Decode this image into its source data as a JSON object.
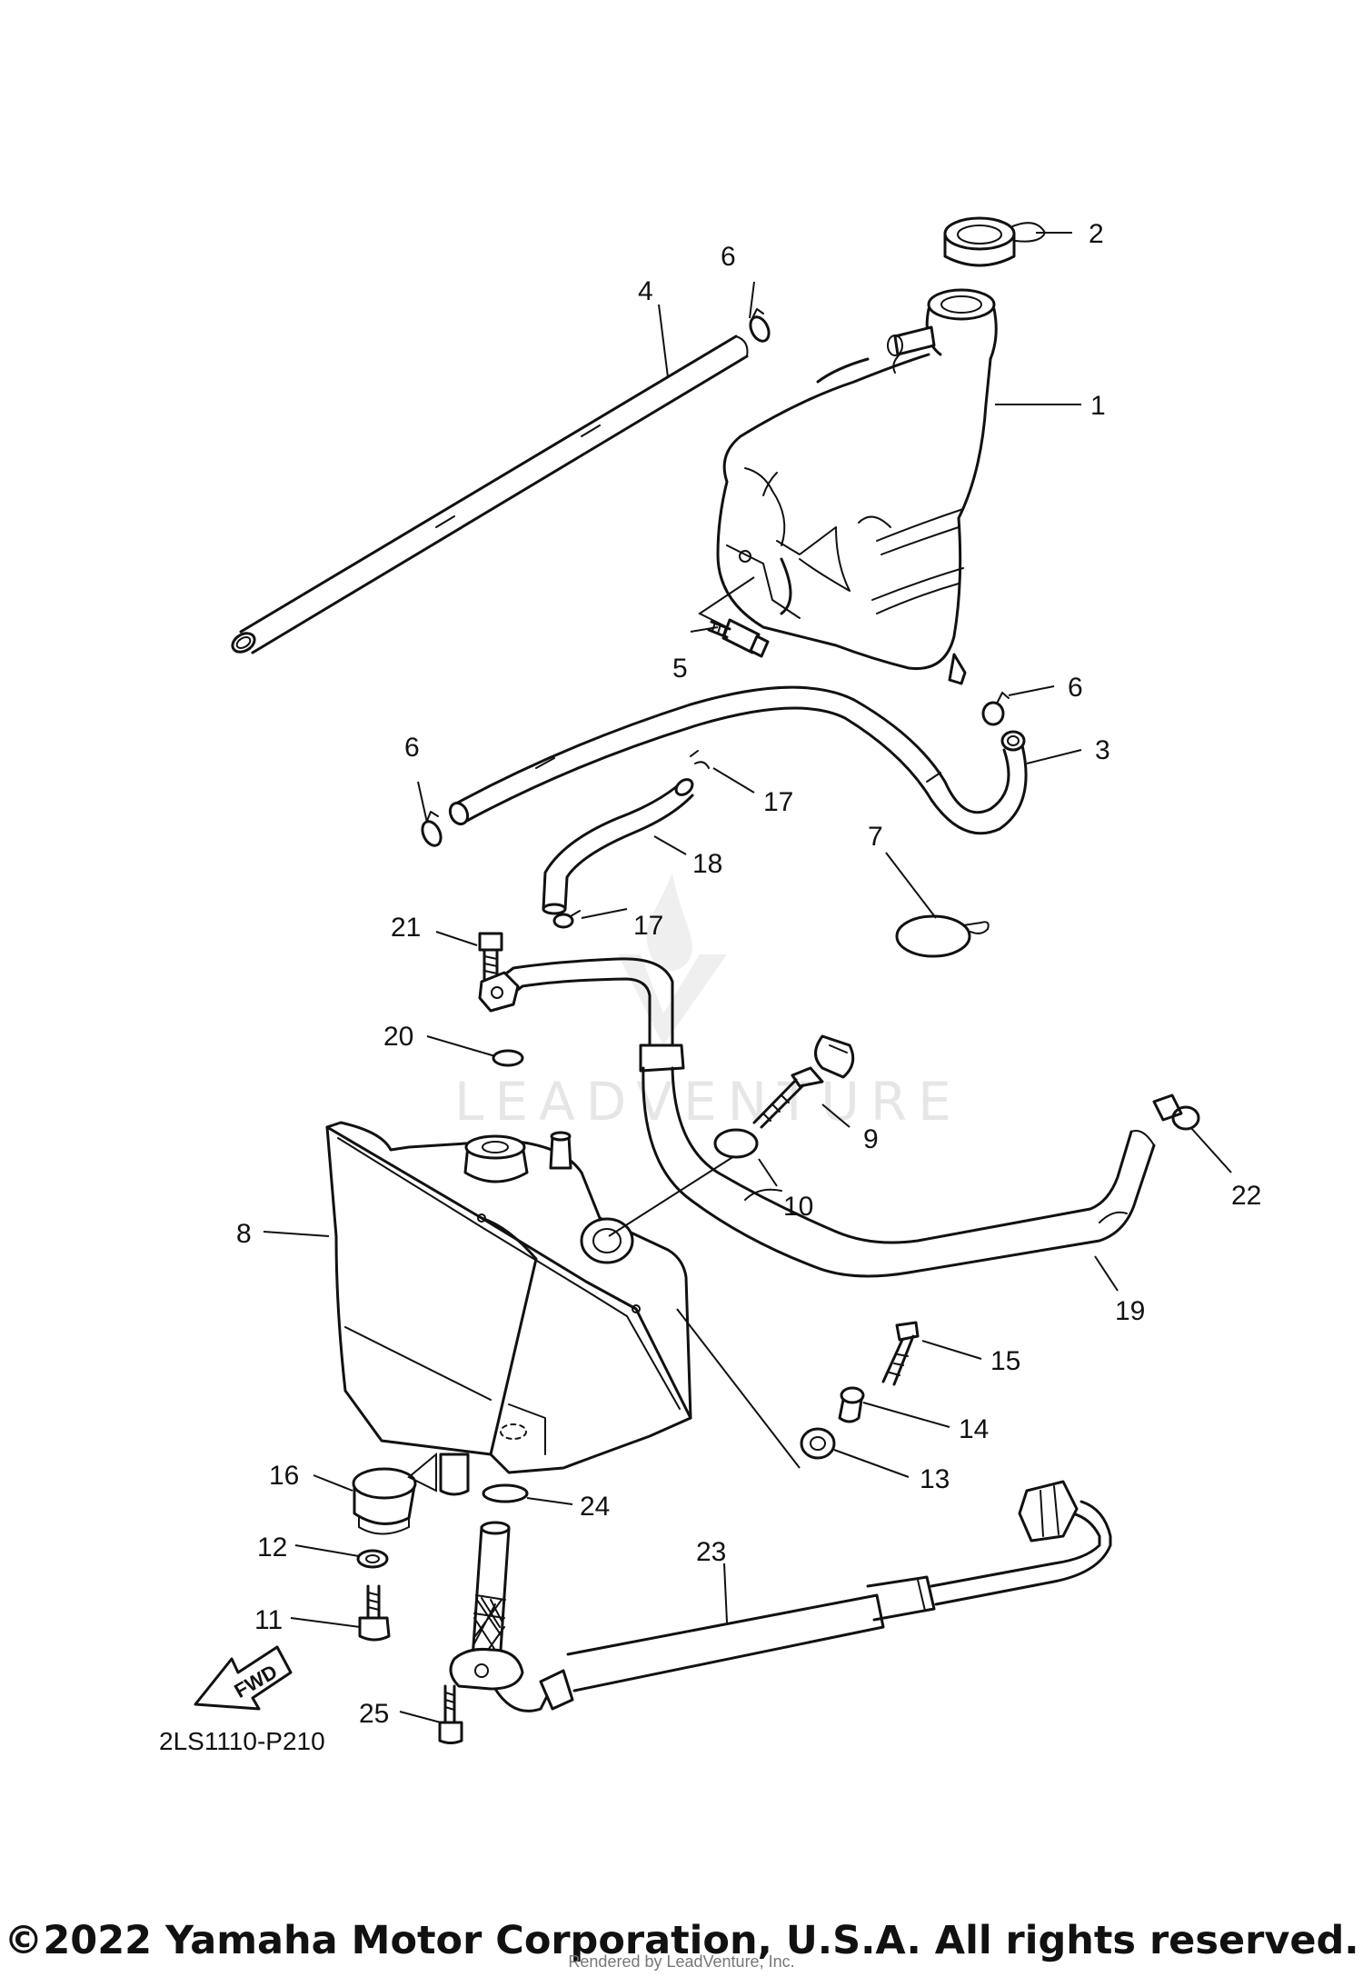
{
  "diagram_code": "2LS1110-P210",
  "fwd_label": "FWD",
  "watermark": "LEADVENTURE",
  "copyright": "©2022 Yamaha Motor Corporation, U.S.A. All rights reserved.",
  "rendered_by": "Rendered by LeadVenture, Inc.",
  "callouts": {
    "c1": "1",
    "c2": "2",
    "c3": "3",
    "c4": "4",
    "c5": "5",
    "c6a": "6",
    "c6b": "6",
    "c6c": "6",
    "c7": "7",
    "c8": "8",
    "c9": "9",
    "c10": "10",
    "c11": "11",
    "c12": "12",
    "c13": "13",
    "c14": "14",
    "c15": "15",
    "c16": "16",
    "c17a": "17",
    "c17b": "17",
    "c18": "18",
    "c19": "19",
    "c20": "20",
    "c21": "21",
    "c22": "22",
    "c23": "23",
    "c24": "24",
    "c25": "25"
  },
  "icons": [
    "fwd-arrow-icon",
    "watermark-logo-icon"
  ]
}
